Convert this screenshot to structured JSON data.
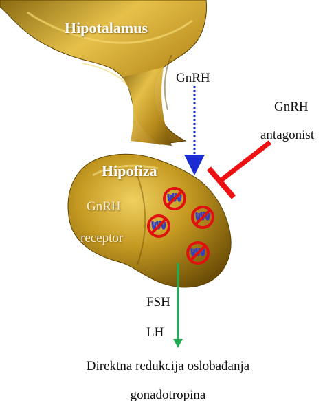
{
  "labels": {
    "hypothalamus": "Hipotalamus",
    "gnrh_top": "GnRH",
    "antagonist_line1": "GnRH",
    "antagonist_line2": "antagonist",
    "pituitary": "Hipofiza",
    "receptor_line1": "GnRH",
    "receptor_line2": "receptor",
    "fsh": "FSH",
    "lh": "LH",
    "caption_line1": "Direktna redukcija oslobađanja",
    "caption_line2": "gonadotropina"
  },
  "colors": {
    "gland_gold": "#c9a227",
    "gnrh_arrow": "#1a2bd1",
    "antagonist_bar": "#ee1111",
    "release_arrow": "#22aa55",
    "receptor_icon": "#3340c0",
    "block_circle": "#e01010"
  },
  "icons": [
    "hypothalamus-shape",
    "pituitary-gland-shape",
    "receptor-blocked-icon"
  ]
}
